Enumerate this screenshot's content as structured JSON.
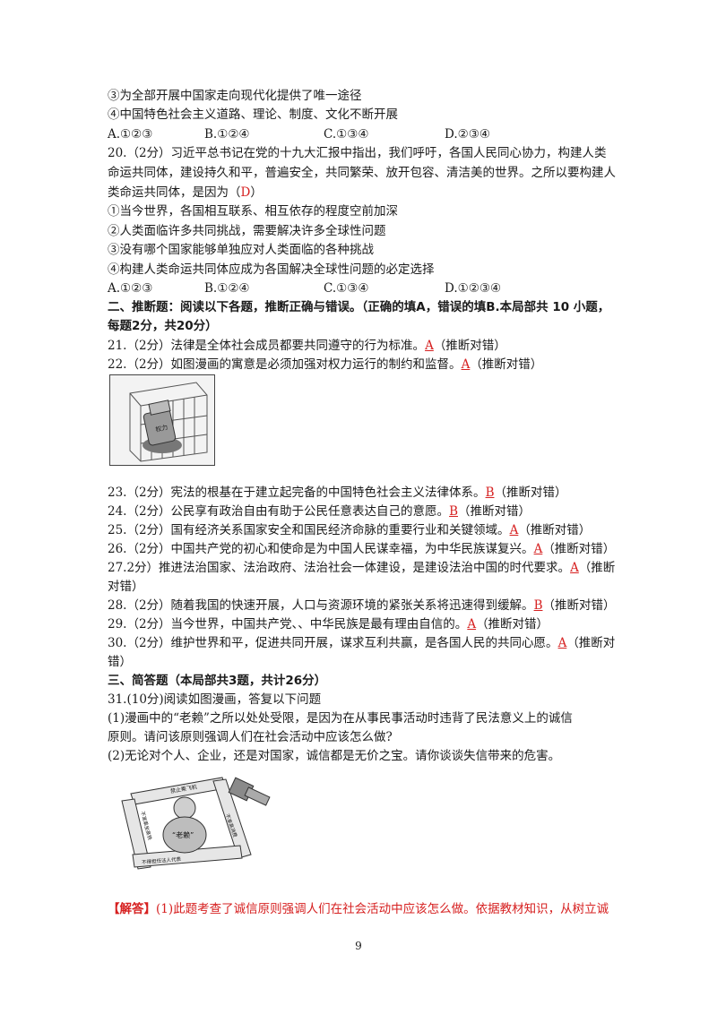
{
  "q19": {
    "item3": "③为全部开展中国家走向现代化提供了唯一途径",
    "item4": "④中国特色社会主义道路、理论、制度、文化不断开展",
    "options": [
      "A.①②③",
      "B.①②④",
      "C.①③④",
      "D.②③④"
    ]
  },
  "q20": {
    "line1": "20.（2分）习近平总书记在党的十九大汇报中指出，我们呼吁，各国人民同心协力，构建人类",
    "line2": "命运共同体，建设持久和平，普遍安全，共同繁荣、放开包容、清洁美的世界。之所以要构建人",
    "line3_prefix": "类命运共同体，是因为（",
    "answer": "D",
    "line3_suffix": "）",
    "item1": "①当今世界，各国相互联系、相互依存的程度空前加深",
    "item2": "②人类面临许多共同挑战，需要解决许多全球性问题",
    "item3": "③没有哪个国家能够单独应对人类面临的各种挑战",
    "item4": "④构建人类命运共同体应成为各国解决全球性问题的必定选择",
    "options": [
      "A.①②③",
      "B.①②④",
      "C.①③④",
      "D.①②③④"
    ]
  },
  "section2": {
    "heading1": "二、推断题：阅读以下各题，推断正确与错误。（正确的填A，错误的填B.本局部共 10 小题，",
    "heading2": "每题2分，共20分）"
  },
  "q21": {
    "text": "21.（2分）法律是全体社会成员都要共同遵守的行为标准。",
    "answer": "A",
    "tail": "（推断对错）"
  },
  "q22": {
    "text": "22.（2分）如图漫画的寓意是必须加强对权力运行的制约和监督。",
    "answer": "A",
    "tail": "（推断对错）",
    "cartoon_label": "权力"
  },
  "q23": {
    "text": "23.（2分）宪法的根基在于建立起完备的中国特色社会主义法律体系。",
    "answer": "B",
    "tail": "（推断对错）"
  },
  "q24": {
    "text": "24.（2分）公民享有政治自由有助于公民任意表达自己的意愿。",
    "answer": "B",
    "tail": "（推断对错）"
  },
  "q25": {
    "text": "25.（2分）国有经济关系国家安全和国民经济命脉的重要行业和关键领域。",
    "answer": "A",
    "tail": "（推断对错）"
  },
  "q26": {
    "text": "26.（2分）中国共产党的初心和使命是为中国人民谋幸福，为中华民族谋复兴。",
    "answer": "A",
    "tail": "（推断对错）"
  },
  "q27": {
    "line1": "27.2分）推进法治国家、法治政府、法治社会一体建设，是建设法治中国的时代要求。",
    "answer": "A",
    "tail1": "（推断",
    "line2": "对错）"
  },
  "q28": {
    "text": "28.（2分）随着我国的快速开展，人口与资源环境的紧张关系将迅速得到缓解。",
    "answer": "B",
    "tail": "（推断对错）"
  },
  "q29": {
    "text": "29.（2分）当今世界，中国共产党、、中华民族是最有理由自信的。",
    "answer": "A",
    "tail": "（推断对错）"
  },
  "q30": {
    "line1": "30.（2分）维护世界和平，促进共同开展，谋求互利共赢，是各国人民的共同心愿。",
    "answer": "A",
    "tail1": "（推断对",
    "line2": "错）"
  },
  "section3": {
    "heading": "三、简答题（本局部共3题，共计26分）"
  },
  "q31": {
    "line1": "31.(10分)阅读如图漫画，答复以下问题",
    "sub1_line1": "(1)漫画中的“老赖”之所以处处受限，是因为在从事民事活动时违背了民法意义上的诚信",
    "sub1_line2": "原则。请问该原则强调人们在社会活动中应该怎么做?",
    "sub2": "(2)无论对个人、企业，还是对国家，诚信都是无价之宝。请你谈谈失信带来的危害。",
    "cartoon_center": "“老赖”",
    "cartoon_banners": [
      "禁止乘飞机",
      "不准乘坐高铁",
      "不得担任法人代表",
      "不准高消费"
    ]
  },
  "solution": {
    "label": "【解答】",
    "text": "(1)此题考查了诚信原则强调人们在社会活动中应该怎么做。依据教材知识，从树立诚"
  },
  "footer": {
    "page_number": "9"
  }
}
